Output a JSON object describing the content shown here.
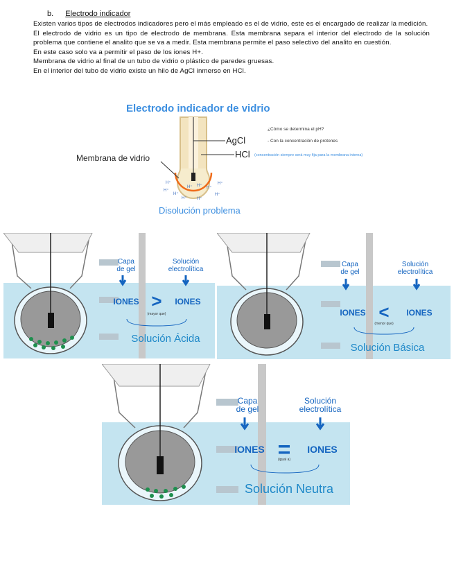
{
  "section": {
    "letter": "b.",
    "title": "Electrodo indicador"
  },
  "paragraphs": [
    "Existen varios tipos de electrodos indicadores pero el más empleado es el de vidrio, este es el encargado de realizar la medición.",
    "El electrodo de vidrio es un tipo de electrodo de membrana. Esta membrana separa el interior del electrodo de la solución problema que contiene el analito que se va a medir. Esta membrana permite el paso selectivo del analito en cuestión.",
    "En este caso solo va a permitir el paso de los iones H+.",
    "Membrana de vidrio al final de un tubo de vidrio o plástico de paredes gruesas.",
    "En el interior del tubo de vidrio existe un hilo de AgCl inmerso en HCl."
  ],
  "electrode_figure": {
    "title": "Electrodo indicador de vidrio",
    "label_agcl": "AgCl",
    "label_hcl": "HCl",
    "label_membrane": "Membrana de vidrio",
    "label_solution": "Disolución problema",
    "note_q": "¿Cómo se determina el pH?",
    "note_a": "- Con la concentración de protones",
    "note_hcl": "(concentración siempre será muy fija para la membrana interna)",
    "ion": "H⁺"
  },
  "panels": {
    "acid": {
      "gel": [
        "Capa",
        "de gel"
      ],
      "electrolyte": [
        "Solución",
        "electrolítica"
      ],
      "left": "IONES",
      "symbol": ">",
      "right": "IONES",
      "relation": "(mayor que)",
      "solution": "Solución Ácida"
    },
    "basic": {
      "gel": [
        "Capa",
        "de gel"
      ],
      "electrolyte": [
        "Solución",
        "electrolítica"
      ],
      "left": "IONES",
      "symbol": "<",
      "right": "IONES",
      "relation": "(menor que)",
      "solution": "Solución Básica"
    },
    "neutral": {
      "gel": [
        "Capa",
        "de gel"
      ],
      "electrolyte": [
        "Solución",
        "electrolítica"
      ],
      "left": "IONES",
      "symbol": "=",
      "right": "IONES",
      "relation": "(igual a)",
      "solution": "Solución Neutra"
    }
  },
  "colors": {
    "accent_blue": "#1565c0",
    "title_blue": "#3d8fe0",
    "water": "#c4e4f0",
    "membrane_orange": "#ef6c1a",
    "ion_green": "#1e8f4e",
    "grey_bar": "#c8c8c8"
  }
}
